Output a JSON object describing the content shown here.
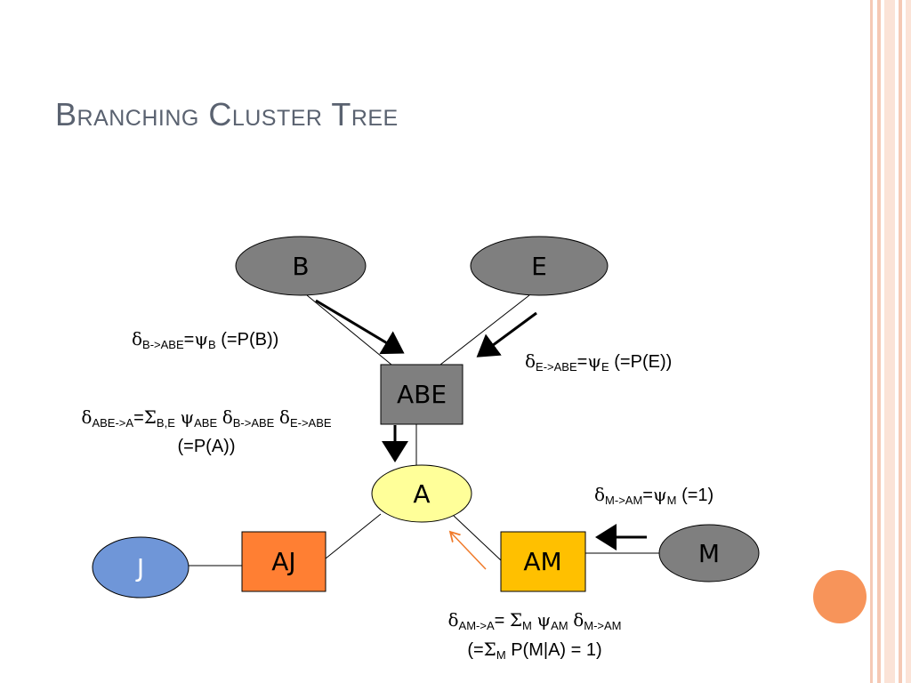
{
  "slide": {
    "title": "Branching Cluster Tree"
  },
  "nodes": {
    "B": "B",
    "E": "E",
    "ABE": "ABE",
    "A": "A",
    "AJ": "AJ",
    "AM": "AM",
    "J": "J",
    "M": "M"
  },
  "messages": {
    "b_abe": {
      "sym": "δ",
      "sub": "B->ABE",
      "eq": "=",
      "psi": "ψ",
      "psi_sub": "B",
      "note": " (=P(B))"
    },
    "e_abe": {
      "sym": "δ",
      "sub": "E->ABE",
      "eq": "=",
      "psi": "ψ",
      "psi_sub": "E",
      "note": " (=P(E))"
    },
    "abe_a": {
      "sym": "δ",
      "sub": "ABE->A",
      "eq": "=",
      "sigma": "Σ",
      "sigma_sub": "B,E",
      "psi": "ψ",
      "psi_sub": "ABE",
      "d1": "δ",
      "d1_sub": "B->ABE",
      "d2": "δ",
      "d2_sub": "E->ABE",
      "note": "(=P(A))"
    },
    "m_am": {
      "sym": "δ",
      "sub": "M->AM",
      "eq": "=",
      "psi": "ψ",
      "psi_sub": "M",
      "note": " (=1)"
    },
    "am_a": {
      "sym": "δ",
      "sub": "AM->A",
      "eq": "= ",
      "sigma": "Σ",
      "sigma_sub": "M",
      "psi": "ψ",
      "psi_sub": "AM",
      "d1": "δ",
      "d1_sub": "M->AM",
      "note_open": "(=",
      "note_sigma": "Σ",
      "note_sigma_sub": "M",
      "note_rest": " P(M|A) = 1)"
    }
  },
  "colors": {
    "gray_node": "#7f7f7f",
    "abe_node": "#7f7f7f",
    "a_node": "#ffff99",
    "aj_node": "#ff7f33",
    "am_node": "#ffc000",
    "j_node": "#6f96d8",
    "title": "#5a6270",
    "accent": "#f7945a"
  }
}
